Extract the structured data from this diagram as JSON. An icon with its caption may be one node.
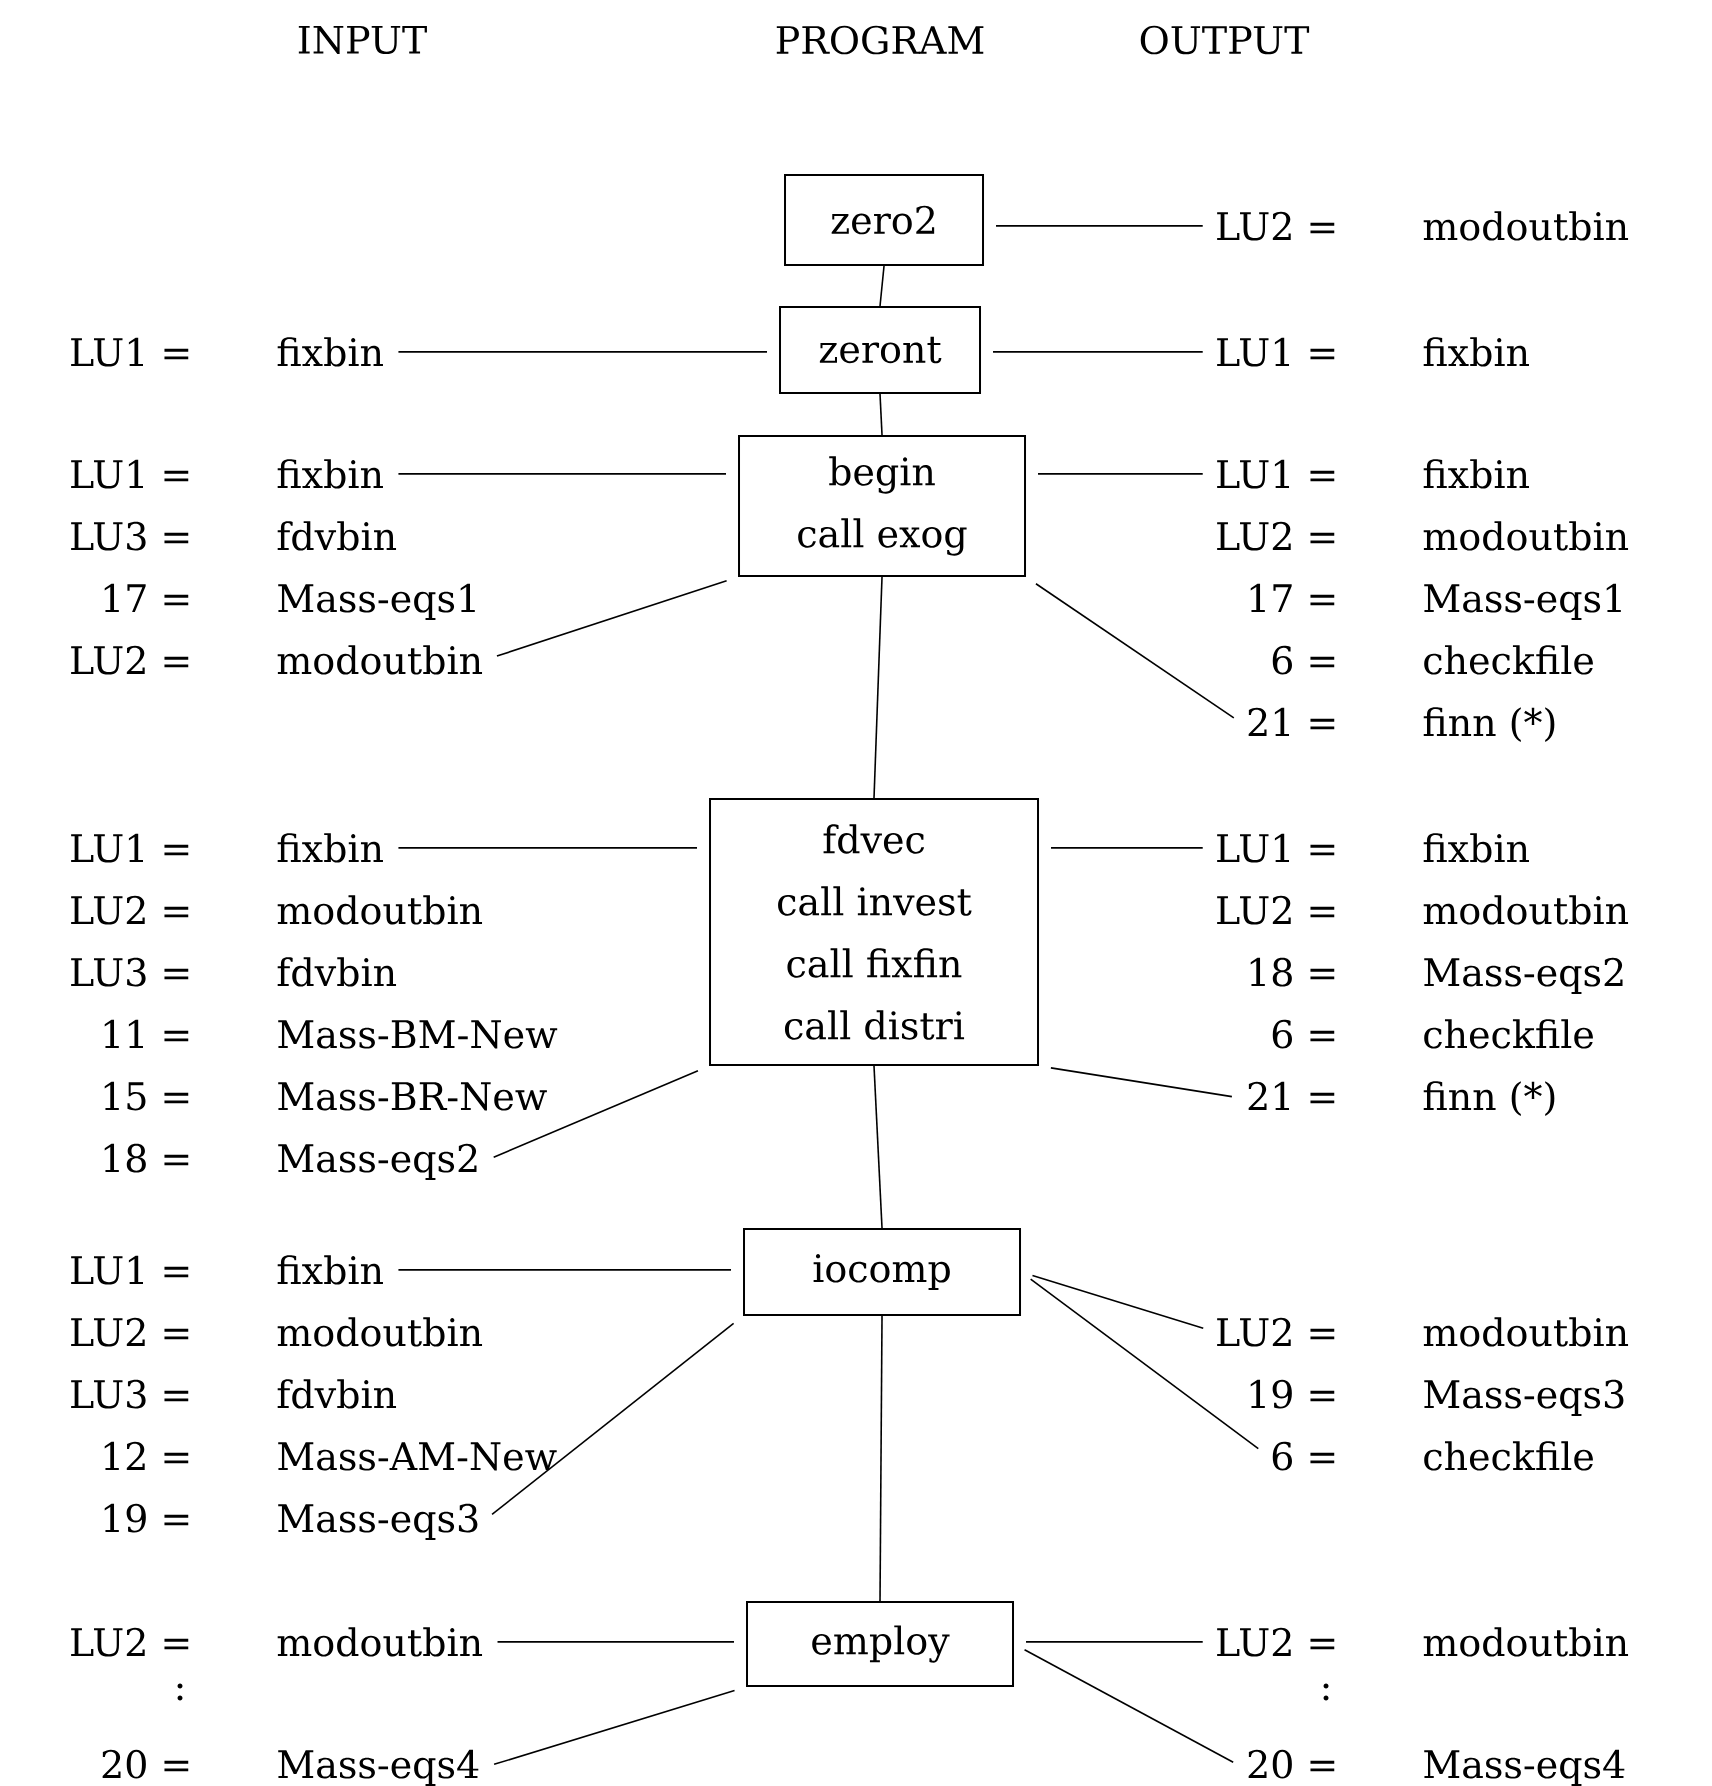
{
  "diagram": {
    "nodes": [
      {
        "text": [
          "zero2"
        ]
      },
      {
        "text": [
          "LU2 =",
          "modoutbin"
        ]
      },
      {
        "text": [
          "LU1 =",
          "fixbin"
        ]
      },
      {
        "text": [
          "zeront"
        ]
      },
      {
        "text": [
          "LU1 =",
          "fixbin"
        ]
      },
      {
        "text": [
          "LU1 =",
          "fixbin"
        ]
      },
      {
        "text": [
          "LU3 =",
          "fdvbin"
        ]
      },
      {
        "text": [
          "17 =",
          "Mass-eqs1"
        ]
      },
      {
        "text": [
          "LU2 =",
          "modoutbin"
        ]
      },
      {
        "text": [
          "begin",
          "call exog"
        ]
      },
      {
        "text": [
          "LU1 =",
          "fixbin"
        ]
      },
      {
        "text": [
          "LU2 =",
          "modoutbin"
        ]
      },
      {
        "text": [
          "17 =",
          "Mass-eqs1"
        ]
      },
      {
        "text": [
          "6 =",
          "checkfile"
        ]
      },
      {
        "text": [
          "21 =",
          "finn (*)"
        ]
      },
      {
        "text": [
          "LU1 =",
          "fixbin"
        ]
      },
      {
        "text": [
          "LU2 =",
          "modoutbin"
        ]
      },
      {
        "text": [
          "LU3 =",
          "fdvbin"
        ]
      },
      {
        "text": [
          "11 =",
          "Mass-BM-New"
        ]
      },
      {
        "text": [
          "15 =",
          "Mass-BR-New"
        ]
      },
      {
        "text": [
          "18 =",
          "Mass-eqs2"
        ]
      },
      {
        "text": [
          "fdvec",
          "call invest",
          "call fixfin",
          "call distri"
        ]
      },
      {
        "text": [
          "LU1 =",
          "fixbin"
        ]
      },
      {
        "text": [
          "LU2 =",
          "modoutbin"
        ]
      },
      {
        "text": [
          "18 =",
          "Mass-eqs2"
        ]
      },
      {
        "text": [
          "6 =",
          "checkfile"
        ]
      },
      {
        "text": [
          "21 =",
          "finn (*)"
        ]
      },
      {
        "text": [
          "LU1 =",
          "fixbin"
        ]
      },
      {
        "text": [
          "LU2 =",
          "modoutbin"
        ]
      },
      {
        "text": [
          "LU3 =",
          "fdvbin"
        ]
      },
      {
        "text": [
          "12 =",
          "Mass-AM-New"
        ]
      },
      {
        "text": [
          "19 =",
          "Mass-eqs3"
        ]
      },
      {
        "text": [
          "iocomp"
        ]
      },
      {
        "text": [
          "LU2 =",
          "modoutbin"
        ]
      },
      {
        "text": [
          "19 =",
          "Mass-eqs3"
        ]
      },
      {
        "text": [
          "6 =",
          "checkfile"
        ]
      },
      {
        "text": [
          "LU2 =",
          "modoutbin"
        ]
      },
      {
        "text": [
          "20 =",
          "Mass-eqs4"
        ]
      },
      {
        "text": [
          "employ"
        ]
      },
      {
        "text": [
          "LU2 =",
          "modoutbin"
        ]
      },
      {
        "text": [
          "20 =",
          "Mass-eqs4"
        ]
      }
    ],
    "edges": [
      {
        "from": 0,
        "to": 1,
        "arrow": "none"
      },
      {
        "from": 2,
        "to": 3,
        "arrow": "none"
      },
      {
        "from": 3,
        "to": 4,
        "arrow": "none"
      },
      {
        "from": 5,
        "to": 9,
        "arrow": "none"
      },
      {
        "from": 8,
        "to": 9,
        "arrow": "none"
      },
      {
        "from": 9,
        "to": 10,
        "arrow": "none"
      },
      {
        "from": 9,
        "to": 14,
        "arrow": "none"
      },
      {
        "from": 15,
        "to": 21,
        "arrow": "none"
      },
      {
        "from": 20,
        "to": 21,
        "arrow": "none"
      },
      {
        "from": 21,
        "to": 22,
        "arrow": "none"
      },
      {
        "from": 21,
        "to": 26,
        "arrow": "none"
      },
      {
        "from": 27,
        "to": 32,
        "arrow": "none"
      },
      {
        "from": 31,
        "to": 32,
        "arrow": "none"
      },
      {
        "from": 32,
        "to": 33,
        "arrow": "none"
      },
      {
        "from": 32,
        "to": 35,
        "arrow": "none"
      },
      {
        "from": 36,
        "to": 38,
        "arrow": "none"
      },
      {
        "from": 37,
        "to": 38,
        "arrow": "none"
      },
      {
        "from": 38,
        "to": 39,
        "arrow": "none"
      },
      {
        "from": 38,
        "to": 40,
        "arrow": "none"
      },
      {
        "from": 0,
        "to": 3,
        "arrow": "none"
      },
      {
        "from": 3,
        "to": 9,
        "arrow": "none"
      },
      {
        "from": 9,
        "to": 21,
        "arrow": "none"
      },
      {
        "from": 21,
        "to": 32,
        "arrow": "none"
      },
      {
        "from": 32,
        "to": 38,
        "arrow": "none"
      }
    ],
    "labels": [
      "INPUT",
      "PROGRAM",
      "OUTPUT",
      ":",
      ":"
    ]
  }
}
